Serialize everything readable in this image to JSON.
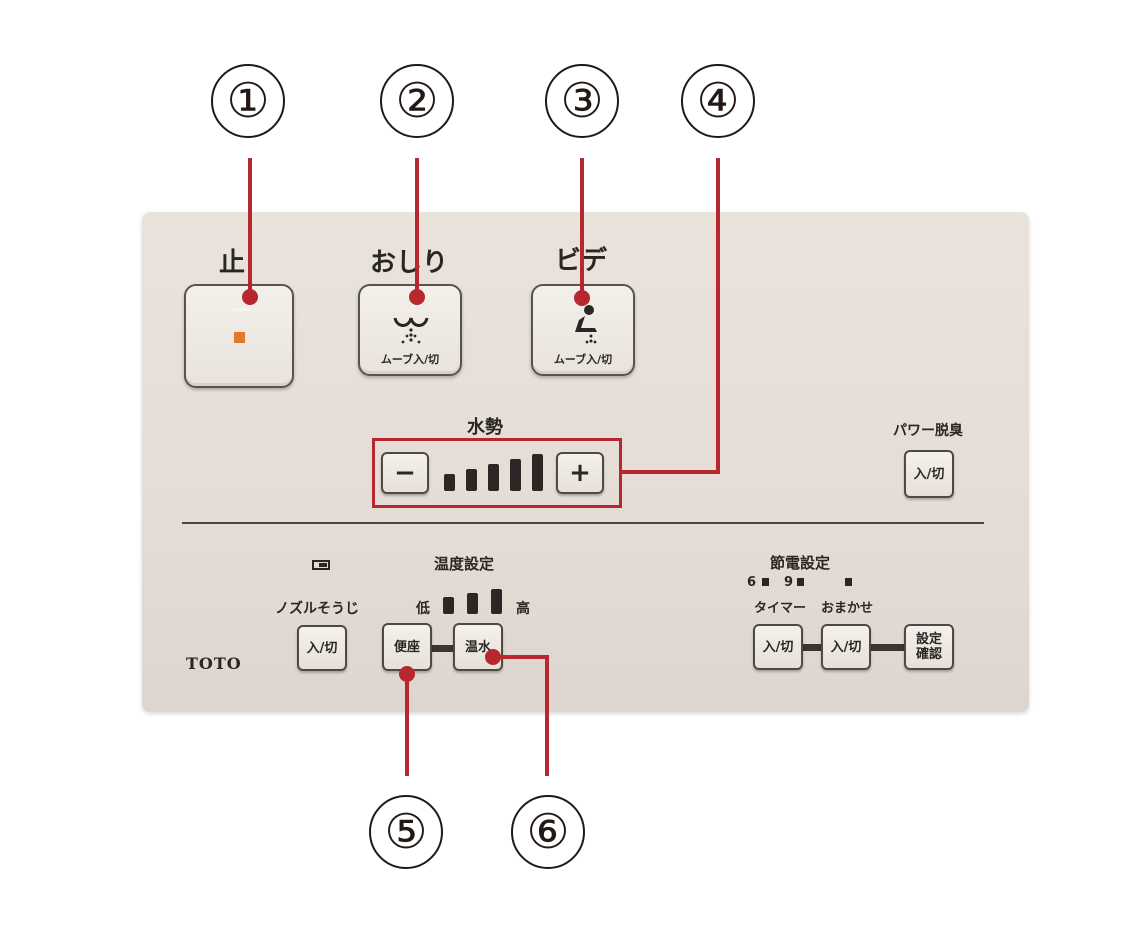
{
  "callouts": [
    "①",
    "②",
    "③",
    "④",
    "⑤",
    "⑥"
  ],
  "panel": {
    "brand": "TOTO",
    "stop": {
      "label": "止"
    },
    "oshiri": {
      "label": "おしり",
      "sub": "ムーブ入/切"
    },
    "bidet": {
      "label": "ビデ",
      "sub": "ムーブ入/切"
    },
    "water_pressure": {
      "label": "水勢",
      "minus": "−",
      "plus": "+",
      "level_bars": 5
    },
    "power_deodorize": {
      "label": "パワー脱臭",
      "button": "入/切"
    },
    "nozzle_clean": {
      "label": "ノズルそうじ",
      "button": "入/切"
    },
    "temperature": {
      "label": "温度設定",
      "low": "低",
      "high": "高",
      "seat": "便座",
      "water": "温水"
    },
    "power_save": {
      "label": "節電設定",
      "six": "6",
      "nine": "9",
      "timer": "タイマー",
      "omakase": "おまかせ",
      "timer_button": "入/切",
      "omakase_button": "入/切",
      "confirm_line1": "設定",
      "confirm_line2": "確認"
    }
  },
  "colors": {
    "accent": "#b7282e",
    "indicator": "#e07a2f",
    "panel": "#e6e0d8"
  }
}
